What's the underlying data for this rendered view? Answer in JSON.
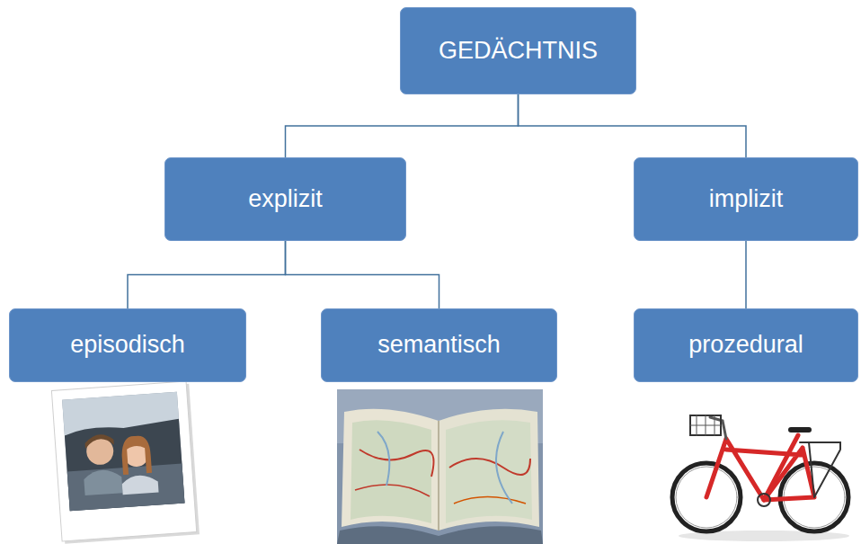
{
  "diagram": {
    "nodes": [
      {
        "text": [
          "GEDÄCHTNIS"
        ]
      },
      {
        "text": [
          "explizit"
        ]
      },
      {
        "text": [
          "implizit"
        ]
      },
      {
        "text": [
          "episodisch"
        ]
      },
      {
        "text": [
          "semantisch"
        ]
      },
      {
        "text": [
          "prozedural"
        ]
      }
    ],
    "edges": [
      {
        "from": 0,
        "to": 1,
        "arrow": "none"
      },
      {
        "from": 0,
        "to": 2,
        "arrow": "none"
      },
      {
        "from": 1,
        "to": 3,
        "arrow": "none"
      },
      {
        "from": 1,
        "to": 4,
        "arrow": "none"
      },
      {
        "from": 2,
        "to": 5,
        "arrow": "none"
      }
    ]
  }
}
